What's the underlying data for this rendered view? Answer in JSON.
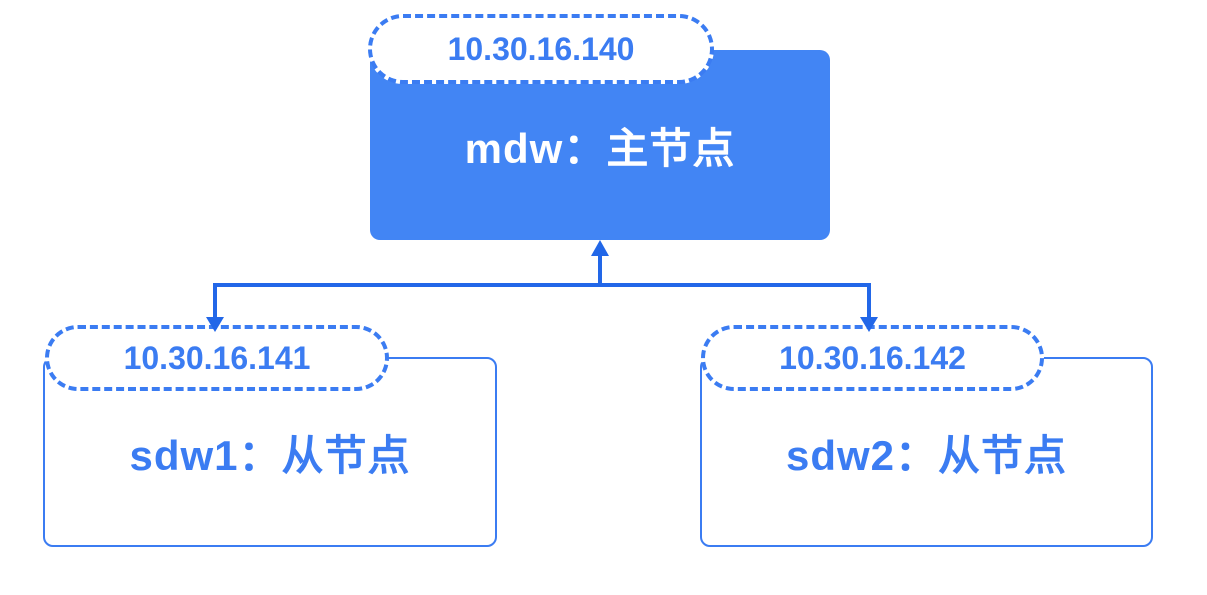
{
  "diagram": {
    "nodes": {
      "master": {
        "ip": "10.30.16.140",
        "label": "mdw：主节点"
      },
      "worker1": {
        "ip": "10.30.16.141",
        "label": "sdw1：从节点"
      },
      "worker2": {
        "ip": "10.30.16.142",
        "label": "sdw2：从节点"
      }
    },
    "edges": [
      {
        "from": "worker1",
        "to": "master"
      },
      {
        "from": "worker2",
        "to": "master"
      }
    ],
    "colors": {
      "node_fill": "#4285F4",
      "line": "#2267E8",
      "border": "#3B7CF2",
      "text": "#3B7CF2",
      "label_on_fill": "#FFFFFF",
      "background": "#FFFFFF"
    }
  }
}
